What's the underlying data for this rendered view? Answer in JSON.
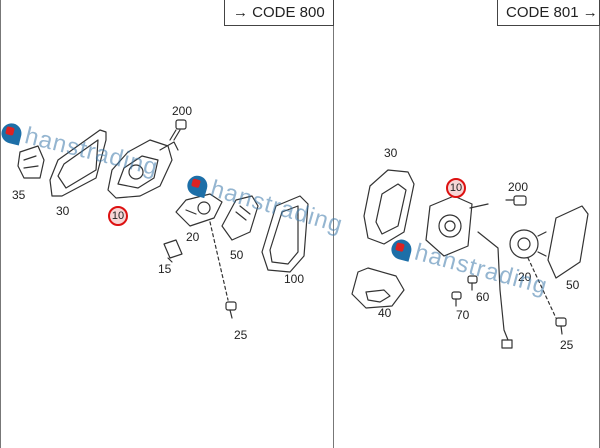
{
  "panels": [
    {
      "code_label": "→ CODE 800"
    },
    {
      "code_label": "CODE 801 →"
    }
  ],
  "left_callouts": {
    "p200": "200",
    "p35": "35",
    "p30": "30",
    "p10": "10",
    "p20": "20",
    "p15": "15",
    "p50": "50",
    "p100": "100",
    "p25": "25"
  },
  "right_callouts": {
    "p30": "30",
    "p10": "10",
    "p200": "200",
    "p60": "60",
    "p40": "40",
    "p70": "70",
    "p20": "20",
    "p50": "50",
    "p25": "25"
  },
  "watermark": {
    "text": "hanstrading"
  },
  "colors": {
    "line": "#333333",
    "highlight": "#dd1111",
    "watermark": "#4a82b0"
  }
}
